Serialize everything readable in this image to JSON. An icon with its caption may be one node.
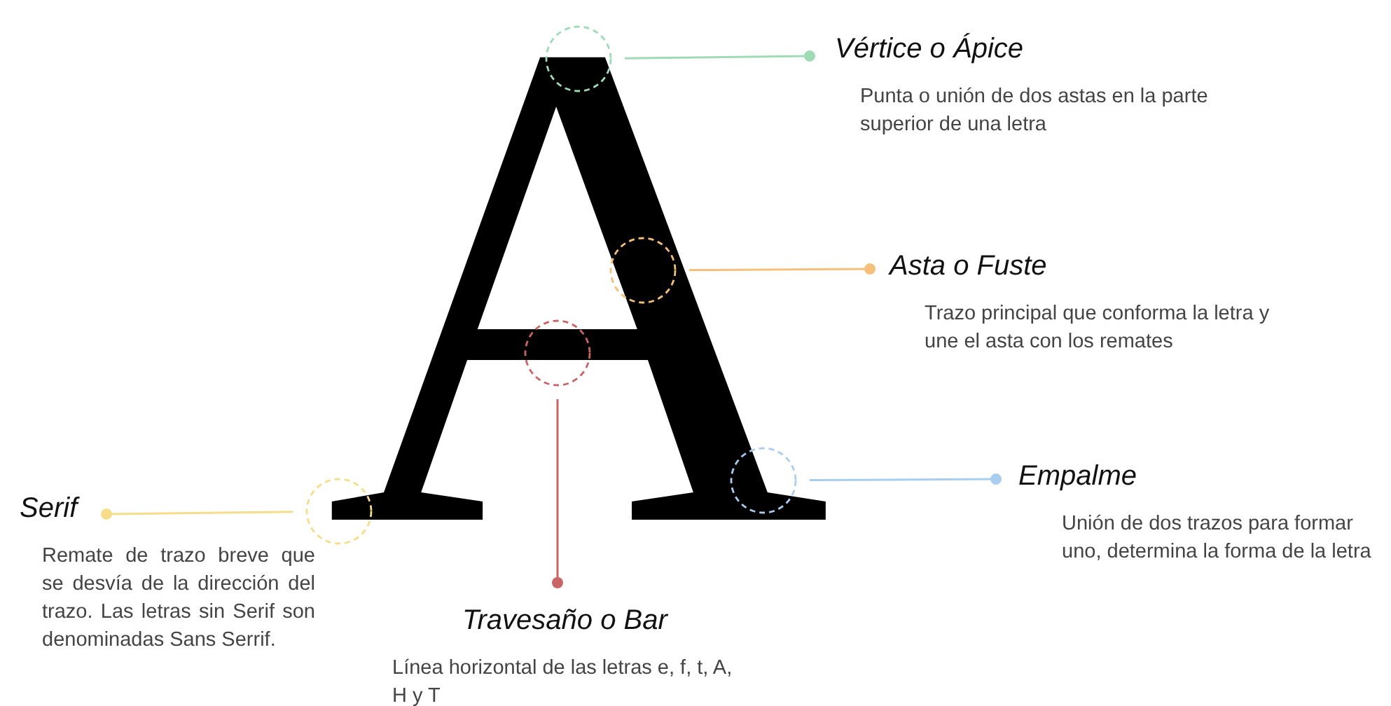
{
  "diagram": {
    "nodes": [
      {
        "text": [
          "Vértice o Ápice",
          "Punta o unión de dos astas en la parte superior de una letra"
        ]
      },
      {
        "text": [],
        "shape": "circle"
      },
      {
        "text": [
          "Asta o Fuste",
          "Trazo principal que conforma la letra y une el asta con los remates"
        ]
      },
      {
        "text": [],
        "shape": "circle"
      },
      {
        "text": [
          "Empalme",
          "Unión de dos trazos para formar uno, determina la forma de la letra"
        ]
      },
      {
        "text": [],
        "shape": "circle"
      },
      {
        "text": [
          "Serif",
          "Remate de trazo breve que se desvía de la dirección del trazo. Las letras sin Serif son denominadas Sans Serrif."
        ]
      },
      {
        "text": [],
        "shape": "circle"
      },
      {
        "text": [
          "Travesaño o Bar",
          "Línea horizontal de las letras e, f, t, A, H y T"
        ]
      },
      {
        "text": [],
        "shape": "circle"
      }
    ],
    "edges": [
      {
        "from": 0,
        "to": 1,
        "arrow": "other",
        "color": "#9fdcb5"
      },
      {
        "from": 2,
        "to": 3,
        "arrow": "other",
        "color": "#f5c07a"
      },
      {
        "from": 4,
        "to": 5,
        "arrow": "other",
        "color": "#a9cdf0"
      },
      {
        "from": 6,
        "to": 7,
        "arrow": "other",
        "color": "#f5dd8a"
      },
      {
        "from": 8,
        "to": 9,
        "arrow": "other",
        "color": "#c96565"
      }
    ],
    "labels": [
      "A"
    ]
  }
}
